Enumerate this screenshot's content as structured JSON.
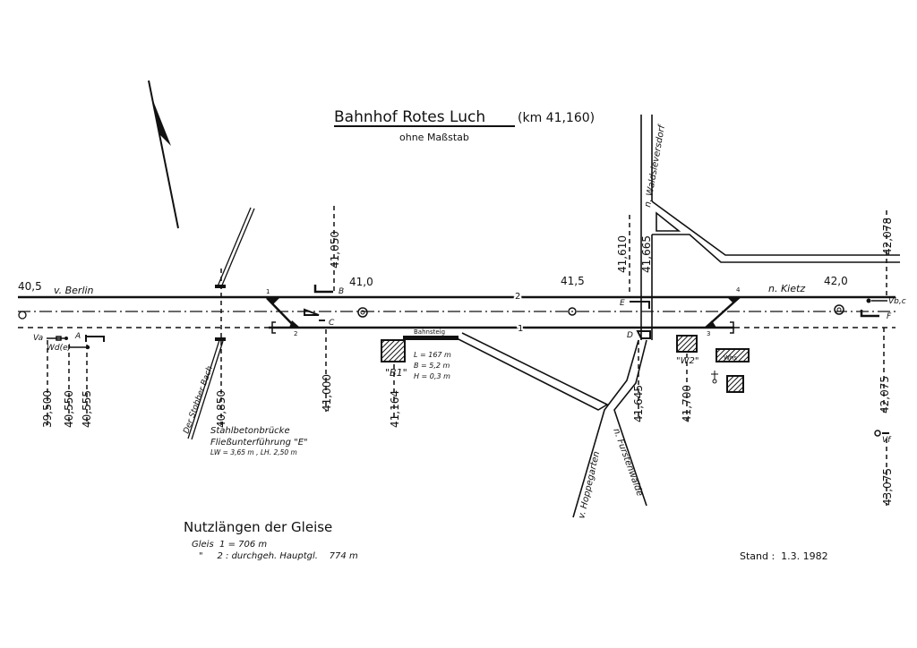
{
  "title": "Bahnhof Rotes Luch",
  "title_km": "(km 41,160)",
  "subtitle": "ohne Maßstab",
  "directions": {
    "berlin": "v. Berlin",
    "kietz": "n. Kietz",
    "waldsieversdorf": "n. Waldsieversdorf",
    "hoppegarten": "v. Hoppegarten",
    "fuerstenwalde": "n. Fürstenwalde"
  },
  "km_markers": [
    "40,5",
    "41,0",
    "41,5",
    "42,0"
  ],
  "km_positions": [
    "39,500",
    "40,550",
    "40,555",
    "40,850",
    "41,000",
    "41,050",
    "41,164",
    "41,610",
    "41,665",
    "41,645",
    "41,700",
    "42,078",
    "42,075",
    "43,075"
  ],
  "track_numbers": [
    "1",
    "2"
  ],
  "switch_numbers": [
    "1",
    "2",
    "3",
    "4"
  ],
  "signals": [
    "Va",
    "A",
    "Wd(e)",
    "B",
    "C",
    "D",
    "E",
    "Vb,c",
    "F",
    "Vf"
  ],
  "buildings": {
    "b1": "\"B1\"",
    "w2": "\"W2\"",
    "whs": "Whs"
  },
  "platform": {
    "label": "Bahnsteig",
    "length": "L = 167 m",
    "width": "B = 5,2 m",
    "height": "H = 0,3 m"
  },
  "stream": "Der Stobber Bach",
  "bridge": {
    "line1": "Stahlbetonbrücke",
    "line2": "Fließunterführung \"E\"",
    "line3": "LW = 3,65 m , LH. 2,50 m"
  },
  "lengths": {
    "heading": "Nutzlängen der Gleise",
    "row1": "Gleis  1 = 706 m",
    "row2": "\"     2 : durchgeh. Hauptgl.    774 m"
  },
  "stand": "Stand :  1.3. 1982"
}
